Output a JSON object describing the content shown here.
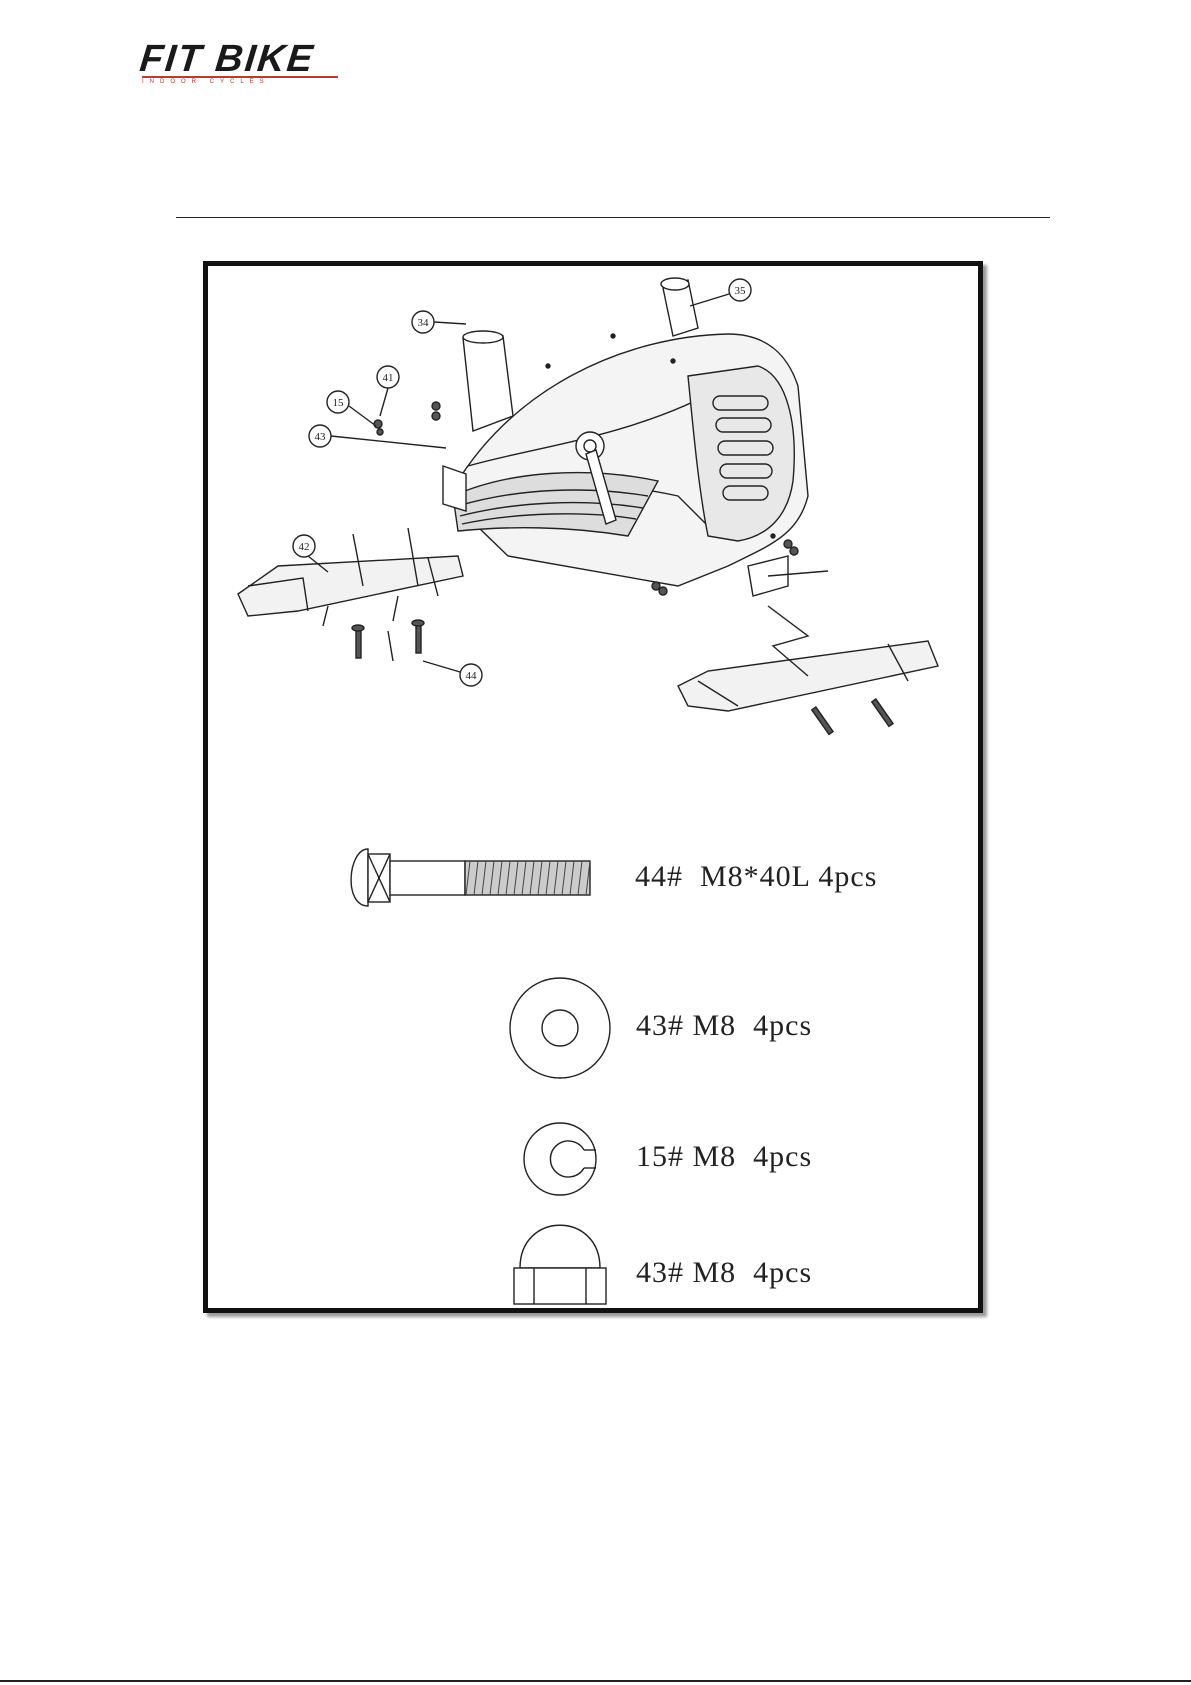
{
  "header": {
    "logo_text": "FIT BIKE",
    "logo_sub": "INDOOR CYCLES"
  },
  "diagram": {
    "callouts": [
      "34",
      "35",
      "41",
      "15",
      "43",
      "42",
      "44"
    ]
  },
  "hardware": [
    {
      "label": "44#  M8*40L 4pcs"
    },
    {
      "label": "43# M8  4pcs"
    },
    {
      "label": "15# M8  4pcs"
    },
    {
      "label": "43# M8  4pcs"
    }
  ],
  "colors": {
    "line": "#222222",
    "logo_red": "#c0392b"
  }
}
